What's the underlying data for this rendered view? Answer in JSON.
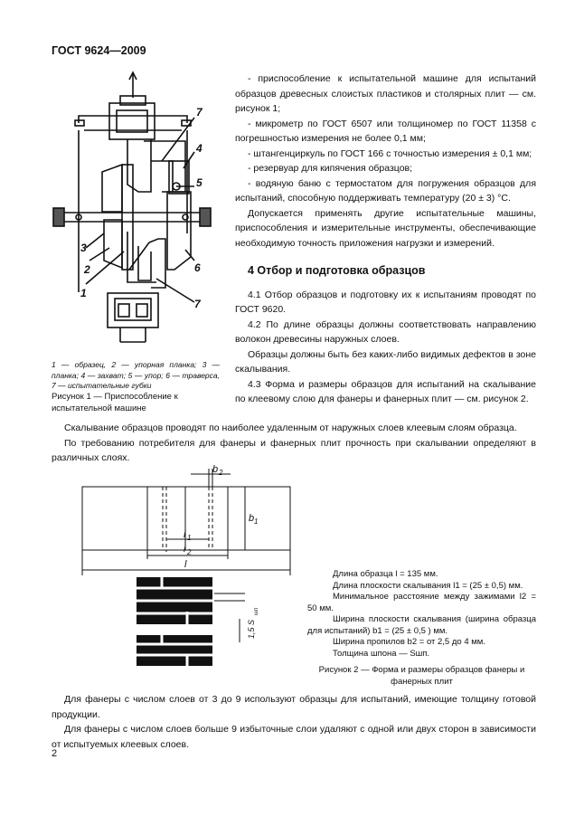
{
  "header": "ГОСТ 9624—2009",
  "right_column": {
    "items": [
      "- приспособление к испытательной машине для испытаний образцов древесных слоистых пластиков и столярных плит — см. рисунок 1;",
      "- микрометр по ГОСТ 6507 или толщиномер по ГОСТ 11358 с погрешностью измерения не более 0,1 мм;",
      "- штангенциркуль по ГОСТ 166 с точностью измерения ± 0,1 мм;",
      "- резервуар для кипячения образцов;",
      "- водяную баню с термостатом для погружения образцов для испытаний, способную поддерживать температуру (20 ± 3) °С."
    ],
    "permit": "Допускается применять другие испытательные машины, приспособления и измерительные инструменты, обеспечивающие необходимую точность приложения нагрузки и измерений.",
    "section_title": "4 Отбор и подготовка образцов",
    "p41": "4.1 Отбор образцов и подготовку их к испытаниям проводят по ГОСТ 9620.",
    "p42": "4.2 По длине образцы должны соответствовать направлению волокон древесины наружных слоев.",
    "p42b": "Образцы должны быть без каких-либо видимых дефектов в зоне скалывания.",
    "p43": "4.3 Форма и размеры образцов для испытаний на скалывание по клеевому слою для фанеры и фанерных плит — см. рисунок 2."
  },
  "figure1": {
    "labels": [
      "7",
      "4",
      "5",
      "3",
      "2",
      "6",
      "1",
      "7"
    ],
    "legend": "1 — образец, 2 — упорная планка; 3 — планка; 4 — захват; 5 — упор; 6 — траверса, 7 — испытательные губки",
    "caption": "Рисунок 1 — Приспособление к испытательной машине"
  },
  "body": {
    "p1": "Скалывание образцов проводят по наиболее удаленным от наружных слоев клеевым слоям образца.",
    "p2": "По требованию потребителя для фанеры и фанерных плит прочность при скалывании определяют в различных слоях."
  },
  "figure2": {
    "dims": {
      "b2": "b",
      "b2_sub": "2",
      "b1": "b",
      "b1_sub": "1",
      "l1": "l",
      "l1_sub": "1",
      "l2": "l",
      "l2_sub": "2",
      "l": "l",
      "thick": "1,5 S",
      "thick_sub": "шп"
    },
    "legend": [
      "Длина образца l = 135 мм.",
      "Длина плоскости скалывания l1 = (25 ± 0,5) мм.",
      "Минимальное расстояние между зажимами l2 = 50 мм.",
      "Ширина плоскости скалывания (ширина образца для испытаний) b1 = (25 ± 0,5 ) мм.",
      "Ширина пропилов b2 = от 2,5 до 4 мм.",
      "Толщина шпона — Sшп."
    ],
    "caption": "Рисунок 2 — Форма и размеры образцов фанеры и фанерных плит"
  },
  "bottom": {
    "p1": "Для фанеры с числом слоев от 3 до 9 используют образцы для испытаний, имеющие толщину готовой продукции.",
    "p2": "Для фанеры с числом слоев больше 9 избыточные слои удаляют с одной или двух сторон в зависимости от испытуемых клеевых слоев."
  },
  "page_number": "2"
}
